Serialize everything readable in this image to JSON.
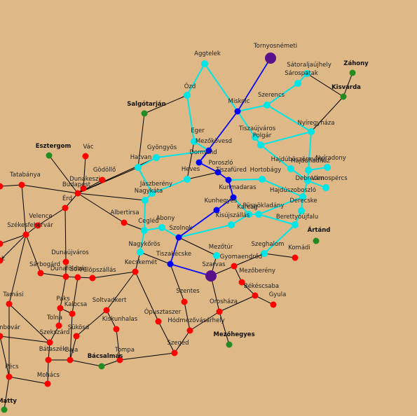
{
  "colors": {
    "background": "#deb887",
    "edge_default": "#000000",
    "edge_blue": "#0000ff",
    "edge_cyan": "#00e5e5",
    "node_red": "#ff0000",
    "node_green": "#228b22",
    "node_blue": "#0000ff",
    "node_cyan": "#00e5e5",
    "node_purple": "#5a108a"
  },
  "nodes": [
    {
      "id": "tornyosnemeti",
      "label": "Tornyosnémeti",
      "kind": "purple",
      "bold": false
    },
    {
      "id": "szarvas",
      "label": "Szarvas",
      "kind": "purple",
      "bold": false
    },
    {
      "id": "aggtelek",
      "label": "Aggtelek",
      "kind": "cyan",
      "bold": false
    },
    {
      "id": "ozd",
      "label": "Ózd",
      "kind": "cyan",
      "bold": false
    },
    {
      "id": "salgotarjan",
      "label": "Salgótarján",
      "kind": "green",
      "bold": true
    },
    {
      "id": "satoraljaujhely",
      "label": "Sátoraljaújhely",
      "kind": "cyan",
      "bold": false
    },
    {
      "id": "zahony",
      "label": "Záhony",
      "kind": "green",
      "bold": true
    },
    {
      "id": "sarospatak",
      "label": "Sárospatak",
      "kind": "cyan",
      "bold": false
    },
    {
      "id": "kisvarda",
      "label": "Kisvárda",
      "kind": "green",
      "bold": true
    },
    {
      "id": "szerencs",
      "label": "Szerencs",
      "kind": "cyan",
      "bold": false
    },
    {
      "id": "miskolc",
      "label": "Miskolc",
      "kind": "blue",
      "bold": false
    },
    {
      "id": "nyiregyhaza",
      "label": "Nyíregyháza",
      "kind": "cyan",
      "bold": false
    },
    {
      "id": "tiszaujvaros",
      "label": "Tiszaújváros",
      "kind": "cyan",
      "bold": false
    },
    {
      "id": "polgar",
      "label": "Polgár",
      "kind": "cyan",
      "bold": false
    },
    {
      "id": "eger",
      "label": "Eger",
      "kind": "cyan",
      "bold": false
    },
    {
      "id": "mezokovesd",
      "label": "Mezőkövesd",
      "kind": "blue",
      "bold": false
    },
    {
      "id": "dormand",
      "label": "Dormánd",
      "kind": "blue",
      "bold": false
    },
    {
      "id": "gyongyos",
      "label": "Gyöngyös",
      "kind": "cyan",
      "bold": false
    },
    {
      "id": "esztergom",
      "label": "Esztergom",
      "kind": "green",
      "bold": true
    },
    {
      "id": "vac",
      "label": "Vác",
      "kind": "red",
      "bold": false
    },
    {
      "id": "hatvan",
      "label": "Hatvan",
      "kind": "cyan",
      "bold": false
    },
    {
      "id": "godollo",
      "label": "Gödöllő",
      "kind": "red",
      "bold": false
    },
    {
      "id": "dunakeszi",
      "label": "Dunakeszi",
      "kind": "red",
      "bold": false
    },
    {
      "id": "budapest",
      "label": "Budapest",
      "kind": "red",
      "bold": false
    },
    {
      "id": "tatabanya",
      "label": "Tatabánya",
      "kind": "red",
      "bold": false
    },
    {
      "id": "erd",
      "label": "Érd",
      "kind": "red",
      "bold": false
    },
    {
      "id": "heves",
      "label": "Heves",
      "kind": "cyan",
      "bold": false
    },
    {
      "id": "poroszlo",
      "label": "Poroszló",
      "kind": "blue",
      "bold": false
    },
    {
      "id": "tiszafured",
      "label": "Tiszafüred",
      "kind": "blue",
      "bold": false
    },
    {
      "id": "hortobagy",
      "label": "Hortobágy",
      "kind": "cyan",
      "bold": false
    },
    {
      "id": "hajduboszormeny",
      "label": "Hajdúböszörmény",
      "kind": "cyan",
      "bold": false
    },
    {
      "id": "hajduhadhaz",
      "label": "Hajdúhadház",
      "kind": "cyan",
      "bold": false
    },
    {
      "id": "nyiradony",
      "label": "Nyíradony",
      "kind": "cyan",
      "bold": false
    },
    {
      "id": "debrecen",
      "label": "Debrecen",
      "kind": "cyan",
      "bold": false
    },
    {
      "id": "vamospercs",
      "label": "Vámospércs",
      "kind": "cyan",
      "bold": false
    },
    {
      "id": "jaszbereny",
      "label": "Jászberény",
      "kind": "cyan",
      "bold": false
    },
    {
      "id": "nagykata",
      "label": "Nagykáta",
      "kind": "cyan",
      "bold": false
    },
    {
      "id": "kunmadaras",
      "label": "Kunmadaras",
      "kind": "blue",
      "bold": false
    },
    {
      "id": "hajduszoboszlo",
      "label": "Hajdúszoboszló",
      "kind": "cyan",
      "bold": false
    },
    {
      "id": "derecske",
      "label": "Derecske",
      "kind": "cyan",
      "bold": false
    },
    {
      "id": "kunhegyes",
      "label": "Kunhegyes",
      "kind": "blue",
      "bold": false
    },
    {
      "id": "karcag",
      "label": "Karcag",
      "kind": "cyan",
      "bold": false
    },
    {
      "id": "puspokladany",
      "label": "Püspökladány",
      "kind": "cyan",
      "bold": false
    },
    {
      "id": "berettyoujfalu",
      "label": "Berettyóújfalu",
      "kind": "cyan",
      "bold": false
    },
    {
      "id": "artand",
      "label": "Ártánd",
      "kind": "green",
      "bold": true
    },
    {
      "id": "kisujszallas",
      "label": "Kisújszállás",
      "kind": "cyan",
      "bold": false
    },
    {
      "id": "albertirsa",
      "label": "Albertirsa",
      "kind": "red",
      "bold": false
    },
    {
      "id": "cegled",
      "label": "Cegléd",
      "kind": "cyan",
      "bold": false
    },
    {
      "id": "abony",
      "label": "Abony",
      "kind": "cyan",
      "bold": false
    },
    {
      "id": "szolnok",
      "label": "Szolnok",
      "kind": "blue",
      "bold": false
    },
    {
      "id": "nagykoros",
      "label": "Nagykőrös",
      "kind": "cyan",
      "bold": false
    },
    {
      "id": "velence",
      "label": "Velence",
      "kind": "red",
      "bold": false
    },
    {
      "id": "szekesfehervar",
      "label": "Székesfehérvár",
      "kind": "red",
      "bold": false
    },
    {
      "id": "dunaujvaros",
      "label": "Dunaújváros",
      "kind": "red",
      "bold": false
    },
    {
      "id": "mezotur",
      "label": "Mezőtúr",
      "kind": "cyan",
      "bold": false
    },
    {
      "id": "szeghalom",
      "label": "Szeghalom",
      "kind": "cyan",
      "bold": false
    },
    {
      "id": "komadi",
      "label": "Komádi",
      "kind": "red",
      "bold": false
    },
    {
      "id": "gyomaendrod",
      "label": "Gyomaendrőd",
      "kind": "red",
      "bold": false
    },
    {
      "id": "tiszakecske",
      "label": "Tiszakécske",
      "kind": "blue",
      "bold": false
    },
    {
      "id": "kecskemet",
      "label": "Kecskemét",
      "kind": "red",
      "bold": false
    },
    {
      "id": "sarbogard",
      "label": "Sárbogárd",
      "kind": "red",
      "bold": false
    },
    {
      "id": "dunafoldvar",
      "label": "Dunaföldvár",
      "kind": "red",
      "bold": false
    },
    {
      "id": "solt",
      "label": "Solt",
      "kind": "red",
      "bold": false
    },
    {
      "id": "fulopszallas",
      "label": "Fülöpszállás",
      "kind": "red",
      "bold": false
    },
    {
      "id": "mezobereny",
      "label": "Mezőberény",
      "kind": "red",
      "bold": false
    },
    {
      "id": "bekescsaba",
      "label": "Békéscsaba",
      "kind": "red",
      "bold": false
    },
    {
      "id": "gyula",
      "label": "Gyula",
      "kind": "red",
      "bold": false
    },
    {
      "id": "szentes",
      "label": "Szentes",
      "kind": "red",
      "bold": false
    },
    {
      "id": "tamasi",
      "label": "Tamási",
      "kind": "red",
      "bold": false
    },
    {
      "id": "paks",
      "label": "Paks",
      "kind": "red",
      "bold": false
    },
    {
      "id": "kalocsa",
      "label": "Kalocsa",
      "kind": "red",
      "bold": false
    },
    {
      "id": "soltvadkert",
      "label": "Soltvadkert",
      "kind": "red",
      "bold": false
    },
    {
      "id": "oroshaza",
      "label": "Orosháza",
      "kind": "red",
      "bold": false
    },
    {
      "id": "opusztaszer",
      "label": "Ópusztaszer",
      "kind": "red",
      "bold": false
    },
    {
      "id": "kiskunhalas",
      "label": "Kiskunhalas",
      "kind": "red",
      "bold": false
    },
    {
      "id": "hodmezovasarhely",
      "label": "Hódmezővásárhely",
      "kind": "red",
      "bold": false
    },
    {
      "id": "tolna",
      "label": "Tolna",
      "kind": "red",
      "bold": false
    },
    {
      "id": "szekszard",
      "label": "Szekszárd",
      "kind": "red",
      "bold": false
    },
    {
      "id": "sukosd",
      "label": "Sükösd",
      "kind": "red",
      "bold": false
    },
    {
      "id": "dombovar",
      "label": "ombóvár",
      "kind": "red",
      "bold": false
    },
    {
      "id": "mezohegyes",
      "label": "Mezőhegyes",
      "kind": "green",
      "bold": true
    },
    {
      "id": "bataszek",
      "label": "Bátaszék",
      "kind": "red",
      "bold": false
    },
    {
      "id": "baja",
      "label": "Baja",
      "kind": "red",
      "bold": false
    },
    {
      "id": "tompa",
      "label": "Tompa",
      "kind": "red",
      "bold": false
    },
    {
      "id": "szeged",
      "label": "Szeged",
      "kind": "red",
      "bold": false
    },
    {
      "id": "bacsalmas",
      "label": "Bácsalmás",
      "kind": "green",
      "bold": true
    },
    {
      "id": "pecs",
      "label": "Pécs",
      "kind": "red",
      "bold": false
    },
    {
      "id": "mohacs",
      "label": "Mohács",
      "kind": "red",
      "bold": false
    },
    {
      "id": "matty",
      "label": "Matty",
      "kind": "green",
      "bold": true
    },
    {
      "id": "w_edge_1",
      "label": "",
      "kind": "red",
      "bold": false
    },
    {
      "id": "w_edge_2",
      "label": "",
      "kind": "red",
      "bold": false
    },
    {
      "id": "w_edge_3",
      "label": "k",
      "kind": "red",
      "bold": false
    }
  ],
  "edges": [
    [
      "tornyosnemeti",
      "miskolc",
      "blue"
    ],
    [
      "miskolc",
      "dormand",
      "blue"
    ],
    [
      "dormand",
      "mezokovesd",
      "blue"
    ],
    [
      "dormand",
      "poroszlo",
      "blue"
    ],
    [
      "poroszlo",
      "tiszafured",
      "blue"
    ],
    [
      "tiszafured",
      "kunmadaras",
      "blue"
    ],
    [
      "kunmadaras",
      "kunhegyes",
      "blue"
    ],
    [
      "kunhegyes",
      "szolnok",
      "blue"
    ],
    [
      "szolnok",
      "tiszakecske",
      "blue"
    ],
    [
      "tiszakecske",
      "szarvas",
      "blue"
    ],
    [
      "aggtelek",
      "miskolc",
      "cyan"
    ],
    [
      "aggtelek",
      "ozd",
      "cyan"
    ],
    [
      "ozd",
      "eger",
      "cyan"
    ],
    [
      "eger",
      "mezokovesd",
      "cyan"
    ],
    [
      "miskolc",
      "szerencs",
      "cyan"
    ],
    [
      "szerencs",
      "sarospatak",
      "cyan"
    ],
    [
      "sarospatak",
      "satoraljaujhely",
      "cyan"
    ],
    [
      "szerencs",
      "nyiregyhaza",
      "cyan"
    ],
    [
      "miskolc",
      "tiszaujvaros",
      "cyan"
    ],
    [
      "tiszaujvaros",
      "polgar",
      "cyan"
    ],
    [
      "polgar",
      "hajduboszormeny",
      "cyan"
    ],
    [
      "hajduboszormeny",
      "debrecen",
      "cyan"
    ],
    [
      "nyiregyhaza",
      "debrecen",
      "cyan"
    ],
    [
      "nyiregyhaza",
      "polgar",
      "cyan"
    ],
    [
      "debrecen",
      "hajduhadhaz",
      "cyan"
    ],
    [
      "hajduhadhaz",
      "nyiradony",
      "cyan"
    ],
    [
      "debrecen",
      "vamospercs",
      "cyan"
    ],
    [
      "debrecen",
      "hajduszoboszlo",
      "cyan"
    ],
    [
      "hajduszoboszlo",
      "hortobagy",
      "cyan"
    ],
    [
      "hortobagy",
      "tiszafured",
      "cyan"
    ],
    [
      "hajduszoboszlo",
      "derecske",
      "cyan"
    ],
    [
      "derecske",
      "berettyoujfalu",
      "cyan"
    ],
    [
      "hajduszoboszlo",
      "puspokladany",
      "cyan"
    ],
    [
      "puspokladany",
      "karcag",
      "cyan"
    ],
    [
      "karcag",
      "kisujszallas",
      "cyan"
    ],
    [
      "karcag",
      "kunmadaras",
      "cyan"
    ],
    [
      "puspokladany",
      "berettyoujfalu",
      "cyan"
    ],
    [
      "berettyoujfalu",
      "szeghalom",
      "cyan"
    ],
    [
      "mezokovesd",
      "gyongyos",
      "cyan"
    ],
    [
      "gyongyos",
      "hatvan",
      "cyan"
    ],
    [
      "hatvan",
      "jaszbereny",
      "cyan"
    ],
    [
      "heves",
      "jaszbereny",
      "cyan"
    ],
    [
      "jaszbereny",
      "nagykata",
      "cyan"
    ],
    [
      "nagykata",
      "cegled",
      "cyan"
    ],
    [
      "cegled",
      "abony",
      "cyan"
    ],
    [
      "abony",
      "szolnok",
      "cyan"
    ],
    [
      "cegled",
      "nagykoros",
      "cyan"
    ],
    [
      "kisujszallas",
      "szolnok",
      "cyan"
    ],
    [
      "nagykoros",
      "tiszakecske",
      "default"
    ],
    [
      "salgotarjan",
      "ozd",
      "default"
    ],
    [
      "salgotarjan",
      "hatvan",
      "default"
    ],
    [
      "satoraljaujhely",
      "kisvarda",
      "default"
    ],
    [
      "zahony",
      "kisvarda",
      "default"
    ],
    [
      "kisvarda",
      "nyiregyhaza",
      "default"
    ],
    [
      "hatvan",
      "budapest",
      "default"
    ],
    [
      "godollo",
      "budapest",
      "default"
    ],
    [
      "dunakeszi",
      "budapest",
      "default"
    ],
    [
      "vac",
      "dunakeszi",
      "default"
    ],
    [
      "esztergom",
      "budapest",
      "default"
    ],
    [
      "tatabanya",
      "budapest",
      "default"
    ],
    [
      "budapest",
      "erd",
      "default"
    ],
    [
      "budapest",
      "nagykata",
      "default"
    ],
    [
      "budapest",
      "albertirsa",
      "default"
    ],
    [
      "albertirsa",
      "cegled",
      "default"
    ],
    [
      "budapest",
      "gyongyos",
      "default"
    ],
    [
      "eger",
      "heves",
      "default"
    ],
    [
      "heves",
      "poroszlo",
      "default"
    ],
    [
      "erd",
      "dunaujvaros",
      "default"
    ],
    [
      "erd",
      "velence",
      "default"
    ],
    [
      "velence",
      "szekesfehervar",
      "default"
    ],
    [
      "szekesfehervar",
      "tatabanya",
      "default"
    ],
    [
      "dunaujvaros",
      "dunafoldvar",
      "default"
    ],
    [
      "szekesfehervar",
      "sarbogard",
      "default"
    ],
    [
      "sarbogard",
      "dunafoldvar",
      "default"
    ],
    [
      "dunafoldvar",
      "solt",
      "default"
    ],
    [
      "solt",
      "fulopszallas",
      "default"
    ],
    [
      "fulopszallas",
      "kecskemet",
      "default"
    ],
    [
      "kecskemet",
      "nagykoros",
      "default"
    ],
    [
      "kecskemet",
      "soltvadkert",
      "default"
    ],
    [
      "kecskemet",
      "opusztaszer",
      "default"
    ],
    [
      "szolnok",
      "mezotur",
      "default"
    ],
    [
      "mezotur",
      "szarvas",
      "default"
    ],
    [
      "szarvas",
      "gyomaendrod",
      "default"
    ],
    [
      "gyomaendrod",
      "szeghalom",
      "default"
    ],
    [
      "szeghalom",
      "komadi",
      "default"
    ],
    [
      "gyomaendrod",
      "mezobereny",
      "default"
    ],
    [
      "mezobereny",
      "bekescsaba",
      "default"
    ],
    [
      "bekescsaba",
      "gyula",
      "default"
    ],
    [
      "bekescsaba",
      "oroshaza",
      "default"
    ],
    [
      "szarvas",
      "oroshaza",
      "default"
    ],
    [
      "tiszakecske",
      "szentes",
      "default"
    ],
    [
      "szentes",
      "hodmezovasarhely",
      "default"
    ],
    [
      "oroshaza",
      "hodmezovasarhely",
      "default"
    ],
    [
      "oroshaza",
      "mezohegyes",
      "default"
    ],
    [
      "hodmezovasarhely",
      "szeged",
      "default"
    ],
    [
      "opusztaszer",
      "szeged",
      "default"
    ],
    [
      "szeged",
      "tompa",
      "default"
    ],
    [
      "tompa",
      "kiskunhalas",
      "default"
    ],
    [
      "kiskunhalas",
      "soltvadkert",
      "default"
    ],
    [
      "soltvadkert",
      "sukosd",
      "default"
    ],
    [
      "sukosd",
      "baja",
      "default"
    ],
    [
      "baja",
      "bacsalmas",
      "default"
    ],
    [
      "bacsalmas",
      "tompa",
      "default"
    ],
    [
      "dunafoldvar",
      "paks",
      "default"
    ],
    [
      "paks",
      "tolna",
      "default"
    ],
    [
      "tolna",
      "szekszard",
      "default"
    ],
    [
      "szekszard",
      "bataszek",
      "default"
    ],
    [
      "bataszek",
      "baja",
      "default"
    ],
    [
      "bataszek",
      "mohacs",
      "default"
    ],
    [
      "mohacs",
      "pecs",
      "default"
    ],
    [
      "pecs",
      "matty",
      "default"
    ],
    [
      "szekszard",
      "dombovar",
      "default"
    ],
    [
      "pecs",
      "dombovar",
      "default"
    ],
    [
      "szekesfehervar",
      "tamasi",
      "default"
    ],
    [
      "tamasi",
      "szekszard",
      "default"
    ],
    [
      "kalocsa",
      "solt",
      "default"
    ],
    [
      "kalocsa",
      "baja",
      "default"
    ],
    [
      "kalocsa",
      "paks",
      "default"
    ],
    [
      "w_edge_1",
      "tatabanya",
      "default"
    ],
    [
      "w_edge_2",
      "szekesfehervar",
      "default"
    ],
    [
      "w_edge_3",
      "szekesfehervar",
      "default"
    ],
    [
      "tamasi",
      "pecs",
      "default"
    ],
    [
      "miskolc",
      "szerencs",
      "default"
    ]
  ]
}
